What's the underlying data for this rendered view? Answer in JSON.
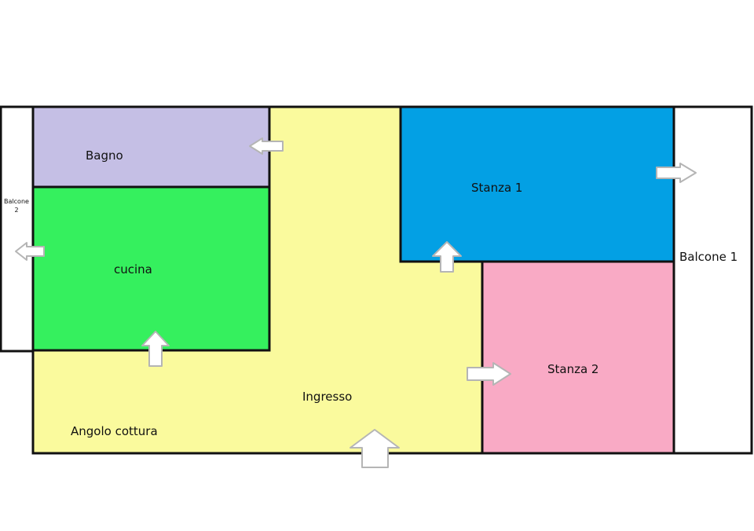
{
  "rooms": {
    "bagno": {
      "label": "Bagno",
      "color": "#C5BFE5"
    },
    "cucina": {
      "label": "cucina",
      "color": "#35F05E"
    },
    "stanza1": {
      "label": "Stanza 1",
      "color": "#03A0E4"
    },
    "stanza2": {
      "label": "Stanza 2",
      "color": "#F9AAC5"
    },
    "ingresso": {
      "label": "Ingresso",
      "color": "#FAFA9D"
    },
    "angolo": {
      "label": "Angolo cottura"
    },
    "balcone1": {
      "label": "Balcone 1",
      "color": "#FFFFFF"
    },
    "balcone2": {
      "label_line1": "Balcone",
      "label_line2": "2",
      "color": "#FFFFFF"
    }
  },
  "colors": {
    "wall": "#111111",
    "arrow_fill": "#FFFFFF",
    "arrow_stroke": "#B5B5B5"
  }
}
